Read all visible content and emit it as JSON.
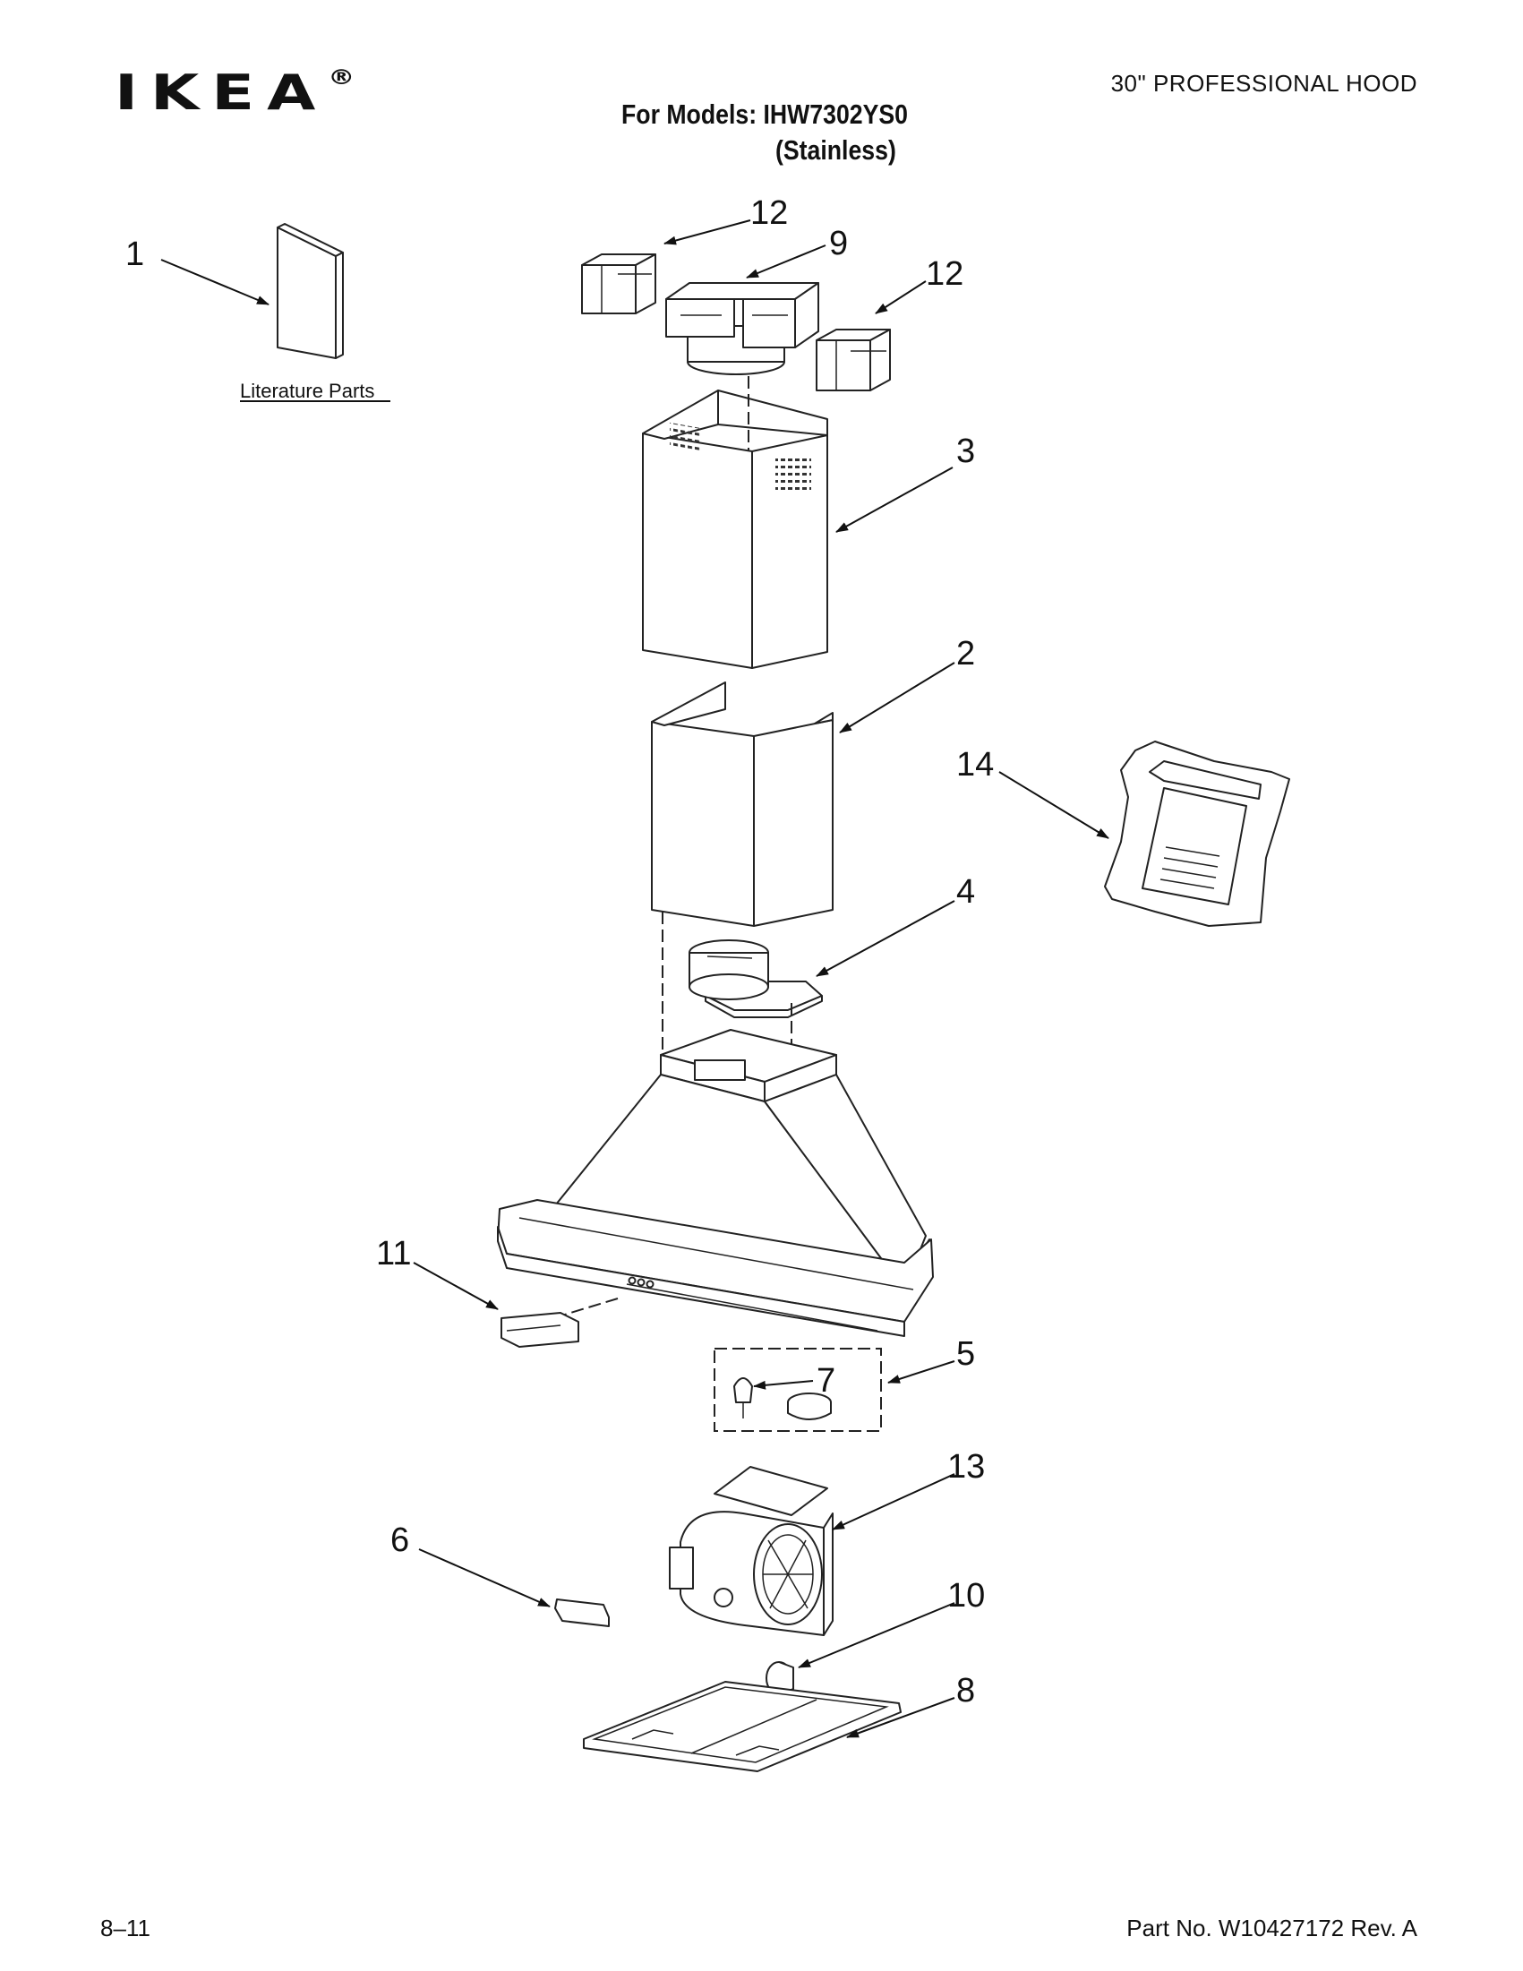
{
  "header": {
    "brand": "IKEA",
    "registered": "®",
    "doc_title": "30\" PROFESSIONAL HOOD",
    "models_line": "For Models: IHW7302YS0",
    "finish_line": "(Stainless)"
  },
  "literature": {
    "label": "Literature Parts"
  },
  "callouts": [
    "12",
    "9",
    "12",
    "1",
    "3",
    "2",
    "14",
    "4",
    "11",
    "5",
    "7",
    "13",
    "6",
    "10",
    "8"
  ],
  "footer": {
    "date_code": "8–11",
    "part_number": "Part No. W10427172 Rev. A"
  }
}
